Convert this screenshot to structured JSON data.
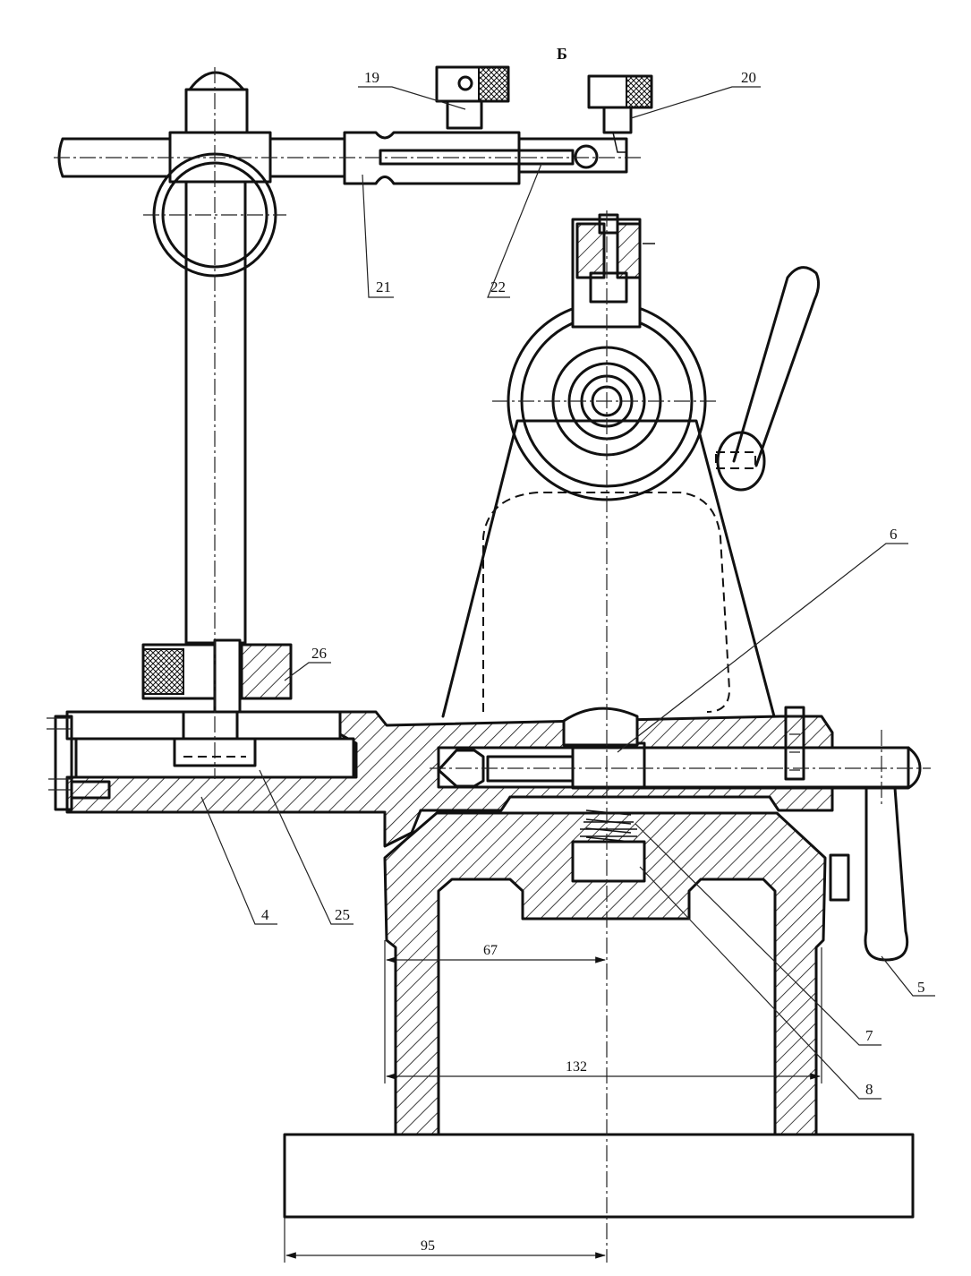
{
  "view_label": "Б",
  "part_labels": {
    "p19": "19",
    "p20": "20",
    "p21": "21",
    "p22": "22",
    "p26": "26",
    "p6": "6",
    "p4": "4",
    "p25": "25",
    "p5": "5",
    "p7": "7",
    "p8": "8"
  },
  "dimensions": {
    "d67": "67",
    "d132": "132",
    "d95": "95"
  }
}
